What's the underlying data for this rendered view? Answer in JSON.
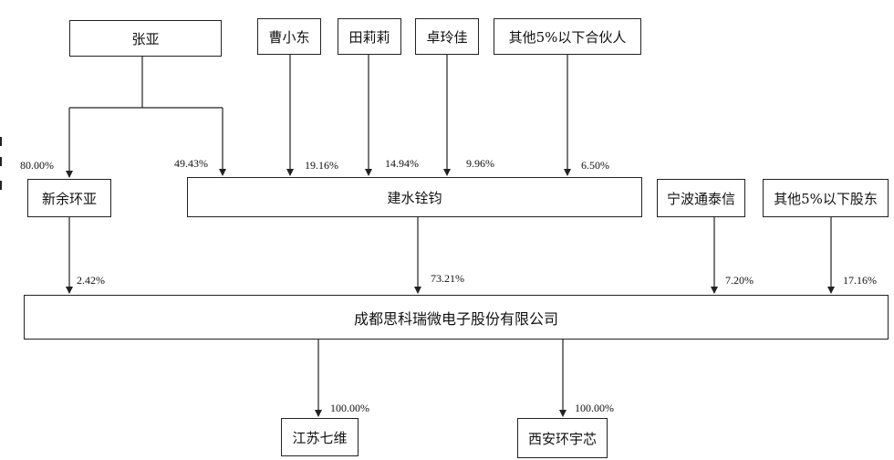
{
  "diagram": {
    "nodes": {
      "zhangya": "张亚",
      "caoxiaodong": "曹小东",
      "tianlili": "田莉莉",
      "zhuolingjia": "卓玲佳",
      "other_partners": "其他5%以下合伙人",
      "xinyu_huanya": "新余环亚",
      "jianshui_quanjun": "建水铨钧",
      "ningbo_tongtaixin": "宁波通泰信",
      "other_shareholders": "其他5%以下股东",
      "chengdu_sike": "成都思科瑞微电子股份有限公司",
      "jiangsu_qiwei": "江苏七维",
      "xian_huanyuxin": "西安环宇芯"
    },
    "edges": {
      "zhangya_to_xinyu": "80.00%",
      "zhangya_to_jianshui": "49.43%",
      "cao_to_jianshui": "19.16%",
      "tian_to_jianshui": "14.94%",
      "zhuo_to_jianshui": "9.96%",
      "partners_to_jianshui": "6.50%",
      "xinyu_to_chengdu": "2.42%",
      "jianshui_to_chengdu": "73.21%",
      "ningbo_to_chengdu": "7.20%",
      "shareholders_to_chengdu": "17.16%",
      "chengdu_to_jiangsu": "100.00%",
      "chengdu_to_xian": "100.00%"
    }
  }
}
